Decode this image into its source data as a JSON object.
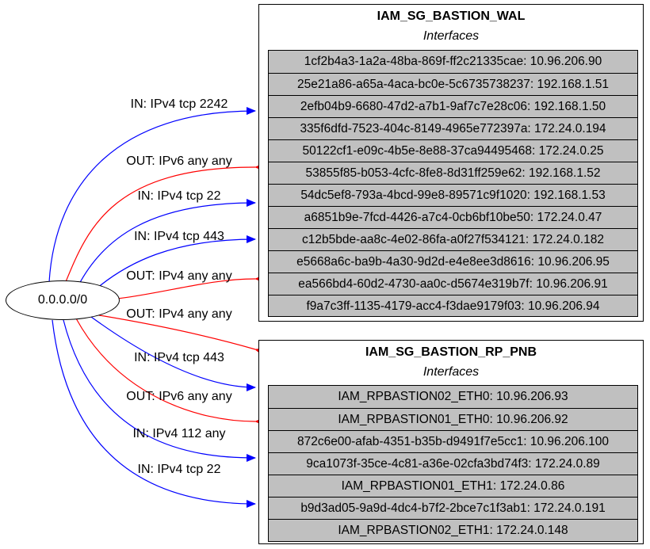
{
  "source": {
    "label": "0.0.0.0/0"
  },
  "groups": [
    {
      "title": "IAM_SG_BASTION_WAL",
      "subtitle": "Interfaces",
      "interfaces": [
        "1cf2b4a3-1a2a-48ba-869f-ff2c21335cae: 10.96.206.90",
        "25e21a86-a65a-4aca-bc0e-5c6735738237: 192.168.1.51",
        "2efb04b9-6680-47d2-a7b1-9af7c7e28c06: 192.168.1.50",
        "335f6dfd-7523-404c-8149-4965e772397a: 172.24.0.194",
        "50122cf1-e09c-4b5e-8e88-37ca94495468: 172.24.0.25",
        "53855f85-b053-4cfc-8fe8-8d31ff259e62: 192.168.1.52",
        "54dc5ef8-793a-4bcd-99e8-89571c9f1020: 192.168.1.53",
        "a6851b9e-7fcd-4426-a7c4-0cb6bf10be50: 172.24.0.47",
        "c12b5bde-aa8c-4e02-86fa-a0f27f534121: 172.24.0.182",
        "e5668a6c-ba9b-4a30-9d2d-e4e8ee3d8616: 10.96.206.95",
        "ea566bd4-60d2-4730-aa0c-d5674e319b7f: 10.96.206.91",
        "f9a7c3ff-1135-4179-acc4-f3dae9179f03: 10.96.206.94"
      ]
    },
    {
      "title": "IAM_SG_BASTION_RP_PNB",
      "subtitle": "Interfaces",
      "interfaces": [
        "IAM_RPBASTION02_ETH0: 10.96.206.93",
        "IAM_RPBASTION01_ETH0: 10.96.206.92",
        "872c6e00-afab-4351-b35b-d9491f7e5cc1: 10.96.206.100",
        "9ca1073f-35ce-4c81-a36e-02cfa3bd74f3: 172.24.0.89",
        "IAM_RPBASTION01_ETH1: 172.24.0.86",
        "b9d3ad05-9a9d-4dc4-b7f2-2bce7c1f3ab1: 172.24.0.191",
        "IAM_RPBASTION02_ETH1: 172.24.0.148"
      ]
    }
  ],
  "edges": [
    {
      "label": "IN: IPv4 tcp 2242",
      "direction": "in",
      "color": "#0000ff"
    },
    {
      "label": "OUT: IPv6 any any",
      "direction": "out",
      "color": "#ff0000"
    },
    {
      "label": "IN: IPv4 tcp 22",
      "direction": "in",
      "color": "#0000ff"
    },
    {
      "label": "IN: IPv4 tcp 443",
      "direction": "in",
      "color": "#0000ff"
    },
    {
      "label": "OUT: IPv4 any any",
      "direction": "out",
      "color": "#ff0000"
    },
    {
      "label": "OUT: IPv4 any any",
      "direction": "out",
      "color": "#ff0000"
    },
    {
      "label": "IN: IPv4 tcp 443",
      "direction": "in",
      "color": "#0000ff"
    },
    {
      "label": "OUT: IPv6 any any",
      "direction": "out",
      "color": "#ff0000"
    },
    {
      "label": "IN: IPv4 112 any",
      "direction": "in",
      "color": "#0000ff"
    },
    {
      "label": "IN: IPv4 tcp 22",
      "direction": "in",
      "color": "#0000ff"
    }
  ]
}
